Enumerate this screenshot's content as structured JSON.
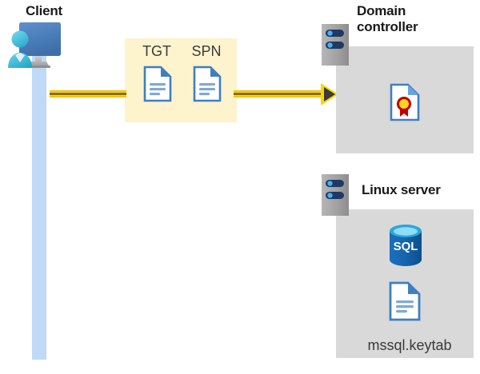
{
  "diagram": {
    "title": "Kerberos authentication flow: Client requests TGT/SPN from Domain controller; Linux server hosts SQL Server with mssql.keytab",
    "background_color": "#ffffff"
  },
  "client": {
    "label": "Client",
    "icon": "user-computer-icon",
    "lifeline_color": "#bfd9f7",
    "monitor_color": "#4a7ebb",
    "person_color": "#35bedc"
  },
  "message": {
    "box_color": "#fdf3cd",
    "documents": [
      {
        "label": "TGT",
        "icon": "document-icon"
      },
      {
        "label": "SPN",
        "icon": "document-icon"
      }
    ]
  },
  "arrow": {
    "icon": "arrow-right-icon",
    "line_color": "#f5c400",
    "line_core_color": "#8a6d00",
    "head_fill": "#3b3b3b",
    "head_outline": "#ffd500"
  },
  "domain_controller": {
    "label_line1": "Domain",
    "label_line2": "controller",
    "server_icon": "server-rack-icon",
    "panel_color": "#d9d9d9",
    "contents": [
      {
        "icon": "certificate-document-icon",
        "label": ""
      }
    ]
  },
  "linux_server": {
    "label": "Linux server",
    "server_icon": "server-rack-icon",
    "panel_color": "#d9d9d9",
    "contents": [
      {
        "icon": "sql-database-icon",
        "label": "SQL"
      },
      {
        "icon": "document-icon",
        "label": "mssql.keytab"
      }
    ]
  },
  "colors": {
    "yellow_box": "#fdf3cd",
    "gray_panel": "#d9d9d9",
    "lifeline_blue": "#bfd9f7",
    "accent_yellow": "#f5c400",
    "doc_blue": "#3f7fc1",
    "server_gray": "#9e9e9e",
    "server_pill": "#1f3864",
    "sql_blue": "#0f62ae",
    "cert_red": "#c00000",
    "cert_gold": "#ffd21e"
  }
}
